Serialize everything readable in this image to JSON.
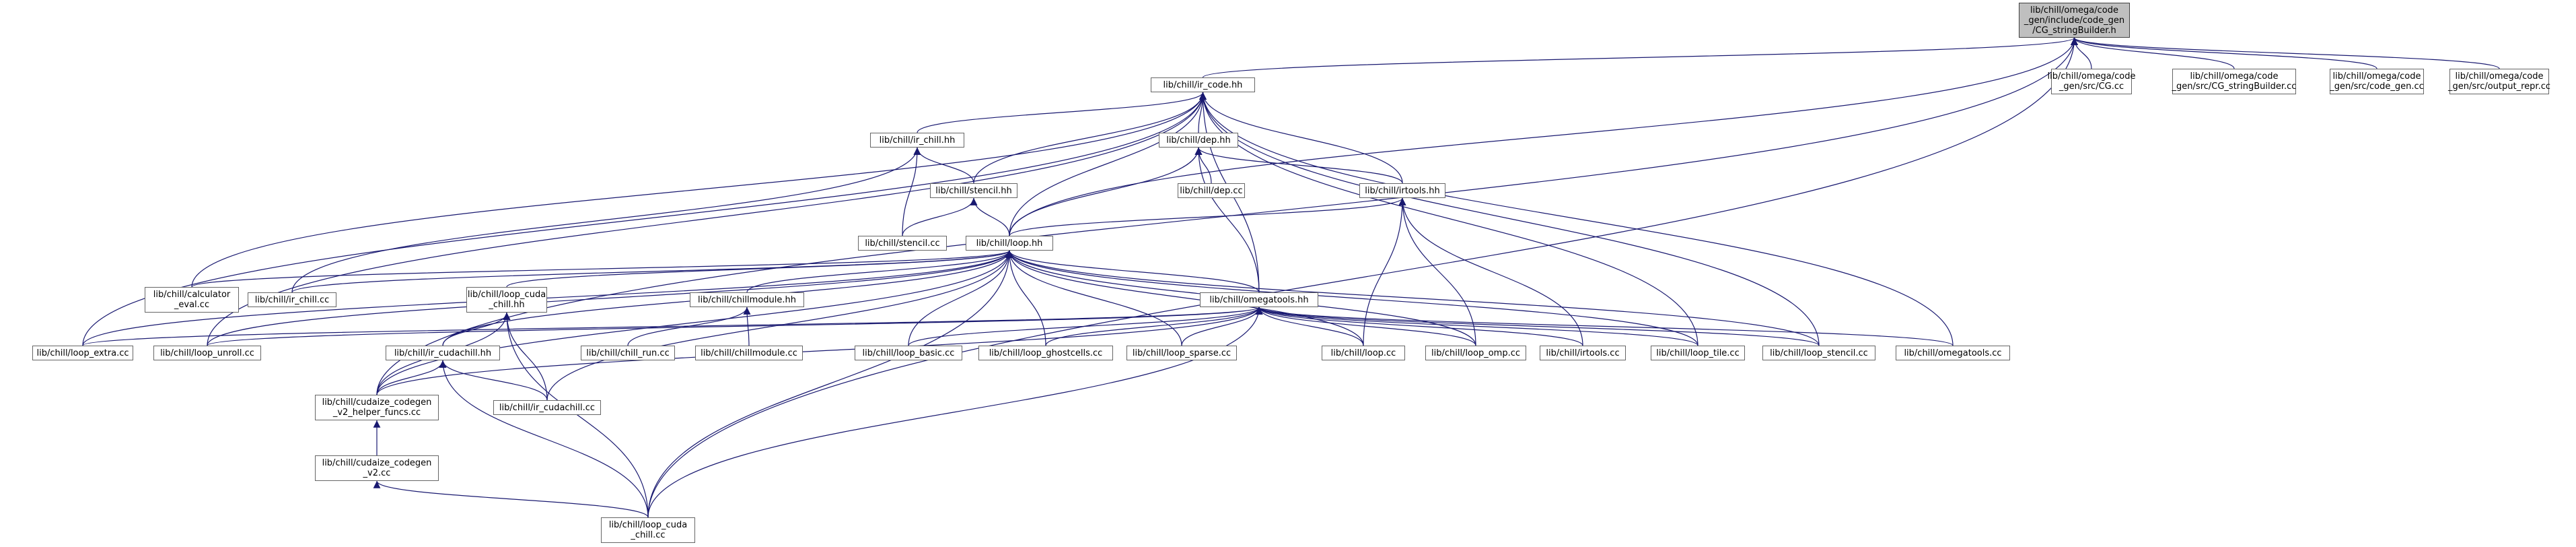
{
  "colors": {
    "edge": "#191970",
    "node_border": "#666666",
    "root_fill": "#bfbfbf"
  },
  "nodes": {
    "root": "lib/chill/omega/code\n_gen/include/code_gen\n/CG_stringBuilder.h",
    "cg_cc": "lib/chill/omega/code\n_gen/src/CG.cc",
    "cg_sb_cc": "lib/chill/omega/code\n_gen/src/CG_stringBuilder.cc",
    "code_gen_cc": "lib/chill/omega/code\n_gen/src/code_gen.cc",
    "output_repr_cc": "lib/chill/omega/code\n_gen/src/output_repr.cc",
    "ir_code_hh": "lib/chill/ir_code.hh",
    "ir_chill_hh": "lib/chill/ir_chill.hh",
    "dep_hh": "lib/chill/dep.hh",
    "stencil_hh": "lib/chill/stencil.hh",
    "dep_cc": "lib/chill/dep.cc",
    "irtools_hh": "lib/chill/irtools.hh",
    "stencil_cc": "lib/chill/stencil.cc",
    "loop_hh": "lib/chill/loop.hh",
    "calculator_eval_cc": "lib/chill/calculator\n_eval.cc",
    "ir_chill_cc": "lib/chill/ir_chill.cc",
    "loop_cuda_chill_hh": "lib/chill/loop_cuda\n_chill.hh",
    "chillmodule_hh": "lib/chill/chillmodule.hh",
    "omegatools_hh": "lib/chill/omegatools.hh",
    "loop_extra_cc": "lib/chill/loop_extra.cc",
    "loop_unroll_cc": "lib/chill/loop_unroll.cc",
    "ir_cudachill_hh": "lib/chill/ir_cudachill.hh",
    "chill_run_cc": "lib/chill/chill_run.cc",
    "chillmodule_cc": "lib/chill/chillmodule.cc",
    "loop_basic_cc": "lib/chill/loop_basic.cc",
    "loop_ghostcells_cc": "lib/chill/loop_ghostcells.cc",
    "loop_sparse_cc": "lib/chill/loop_sparse.cc",
    "loop_cc": "lib/chill/loop.cc",
    "loop_omp_cc": "lib/chill/loop_omp.cc",
    "irtools_cc": "lib/chill/irtools.cc",
    "loop_tile_cc": "lib/chill/loop_tile.cc",
    "loop_stencil_cc": "lib/chill/loop_stencil.cc",
    "omegatools_cc": "lib/chill/omegatools.cc",
    "cudaize_helper_cc": "lib/chill/cudaize_codegen\n_v2_helper_funcs.cc",
    "ir_cudachill_cc": "lib/chill/ir_cudachill.cc",
    "cudaize_v2_cc": "lib/chill/cudaize_codegen\n_v2.cc",
    "loop_cuda_chill_cc": "lib/chill/loop_cuda\n_chill.cc"
  }
}
